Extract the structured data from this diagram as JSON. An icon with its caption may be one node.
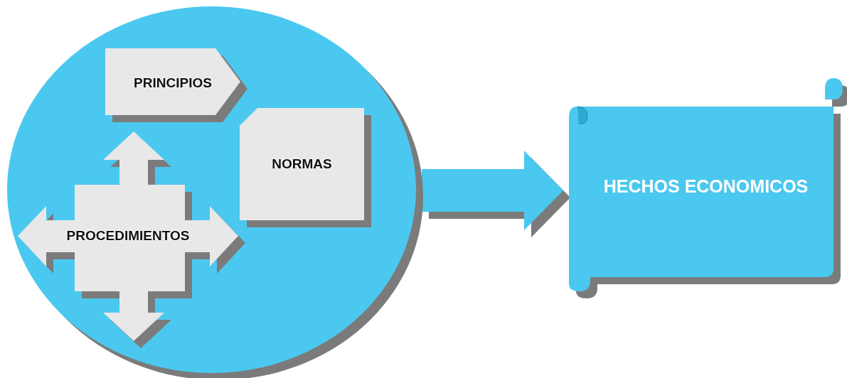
{
  "diagram": {
    "nodes": [
      {
        "text": [],
        "shape": "circle"
      },
      {
        "text": [
          "PRINCIPIOS"
        ],
        "in": 0
      },
      {
        "text": [
          "NORMAS"
        ],
        "in": 0
      },
      {
        "text": [
          "PROCEDIMIENTOS"
        ],
        "in": 0
      },
      {
        "text": [
          "HECHOS ECONOMICOS"
        ]
      }
    ],
    "edges": [
      {
        "from": 0,
        "to": 4,
        "arrow": "to"
      }
    ]
  }
}
